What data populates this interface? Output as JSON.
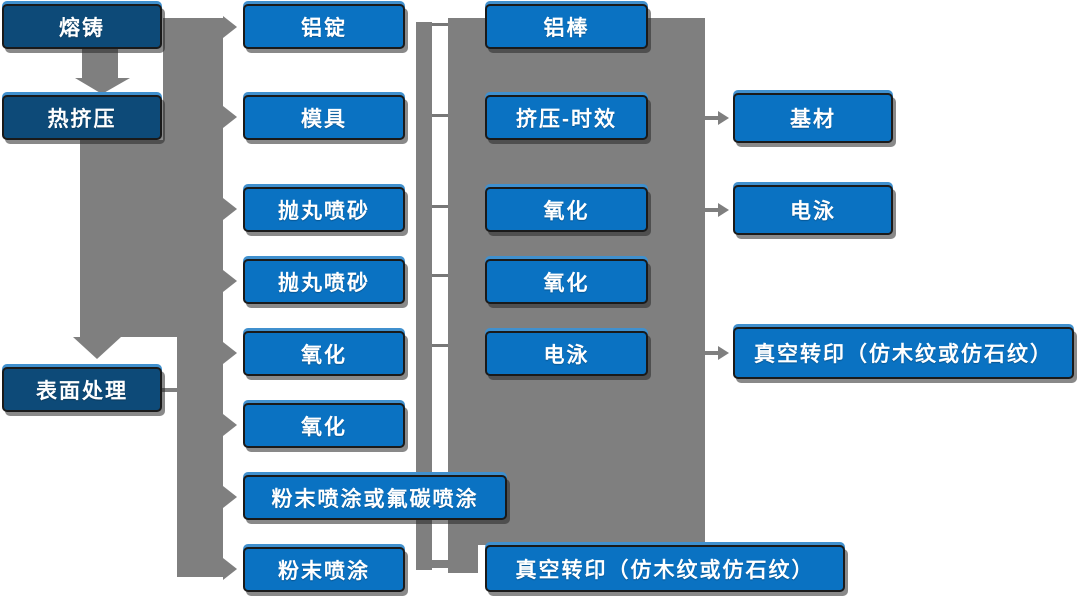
{
  "colors": {
    "process_box_blue": "#0a72c2",
    "stage_box_dark_blue": "#0d4a78",
    "box_highlight_blue": "#4090ce",
    "connector_gray": "#7f7f7f",
    "box_border": "#1a1a1a",
    "text_white": "#ffffff",
    "background": "#ffffff"
  },
  "flowchart": {
    "col1": [
      "熔铸",
      "热挤压",
      "表面处理"
    ],
    "col2": [
      "铝锭",
      "模具",
      "抛丸喷砂",
      "抛丸喷砂",
      "氧化",
      "氧化",
      "粉末喷涂或氟碳喷涂",
      "粉末喷涂"
    ],
    "col3": [
      "铝棒",
      "挤压-时效",
      "氧化",
      "氧化",
      "电泳",
      "真空转印（仿木纹或仿石纹）"
    ],
    "col4": [
      "基材",
      "电泳",
      "真空转印（仿木纹或仿石纹）"
    ]
  }
}
